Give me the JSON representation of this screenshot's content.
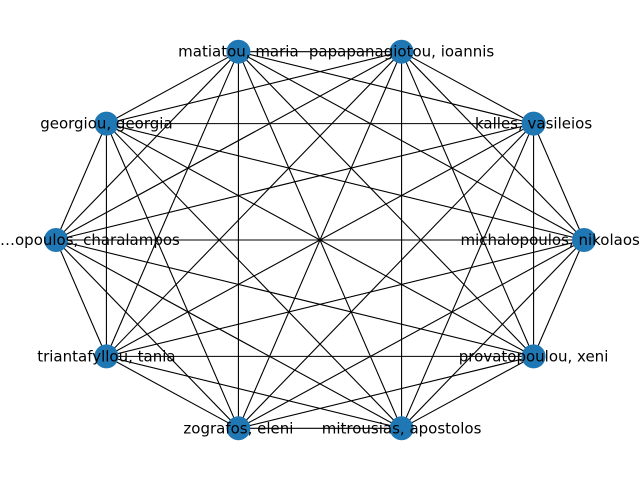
{
  "graph": {
    "node_color": "#1f77b4",
    "edge_color": "#000000",
    "complete_graph": true,
    "nodes": [
      {
        "id": "papapanagiotou",
        "label": "papapanagiotou, ioannis"
      },
      {
        "id": "kalles",
        "label": "kalles, vasileios"
      },
      {
        "id": "michalopoulos",
        "label": "michalopoulos, nikolaos"
      },
      {
        "id": "provatopoulou",
        "label": "provatopoulou, xeni"
      },
      {
        "id": "mitrousias",
        "label": "mitrousias, apostolos"
      },
      {
        "id": "zografos",
        "label": "zografos, eleni"
      },
      {
        "id": "triantafyllou",
        "label": "triantafyllou, tania"
      },
      {
        "id": "charalampos",
        "label": "…opoulos, charalampos"
      },
      {
        "id": "georgiou",
        "label": "georgiou, georgia"
      },
      {
        "id": "matiatou",
        "label": "matiatou, maria"
      }
    ]
  }
}
